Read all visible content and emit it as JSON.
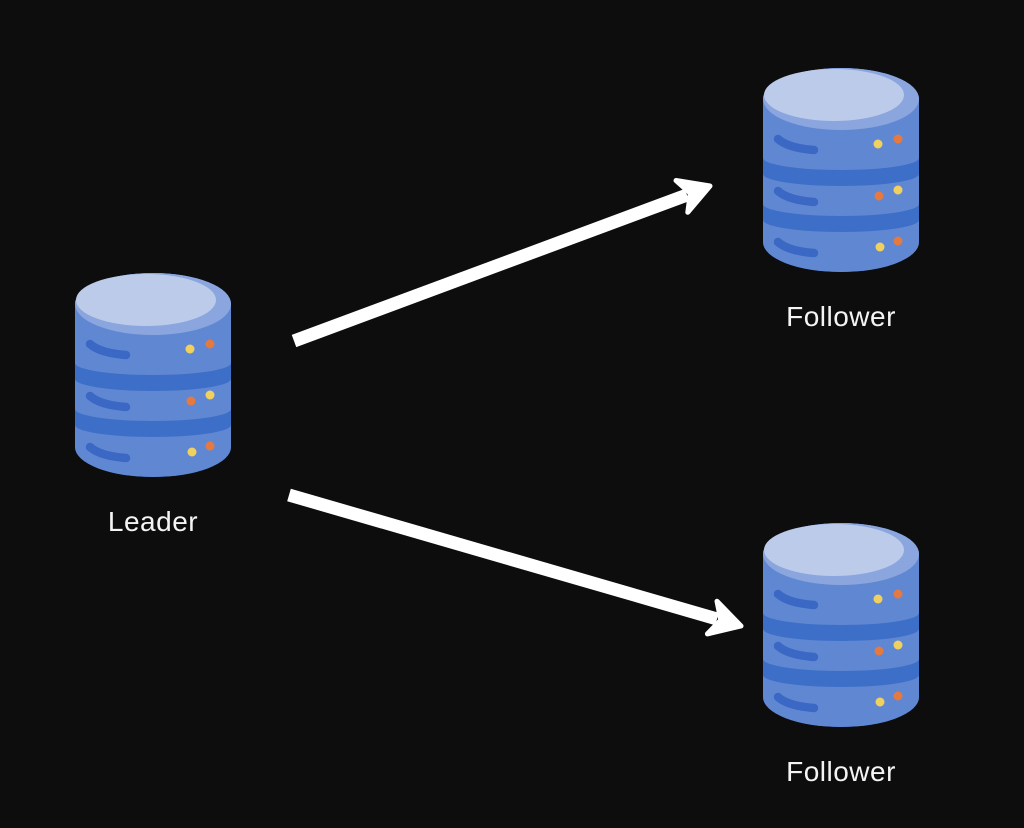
{
  "diagram": {
    "type": "replication-topology",
    "nodes": [
      {
        "id": "leader",
        "label": "Leader",
        "icon": "database-icon"
      },
      {
        "id": "follower-top",
        "label": "Follower",
        "icon": "database-icon"
      },
      {
        "id": "follower-bottom",
        "label": "Follower",
        "icon": "database-icon"
      }
    ],
    "edges": [
      {
        "from": "leader",
        "to": "follower-top",
        "style": "straight-arrow"
      },
      {
        "from": "leader",
        "to": "follower-bottom",
        "style": "straight-arrow"
      }
    ],
    "colors": {
      "background": "#0d0d0d",
      "arrow": "#ffffff",
      "label_text": "#f4f4f4",
      "db_body": "#6088d2",
      "db_band": "#3d6fc8",
      "db_dash": "#3a68c4",
      "db_top": "#8ba6de",
      "db_top_highlight": "#bccbea",
      "dot_yellow": "#f0d05f",
      "dot_orange": "#e5793f"
    }
  }
}
